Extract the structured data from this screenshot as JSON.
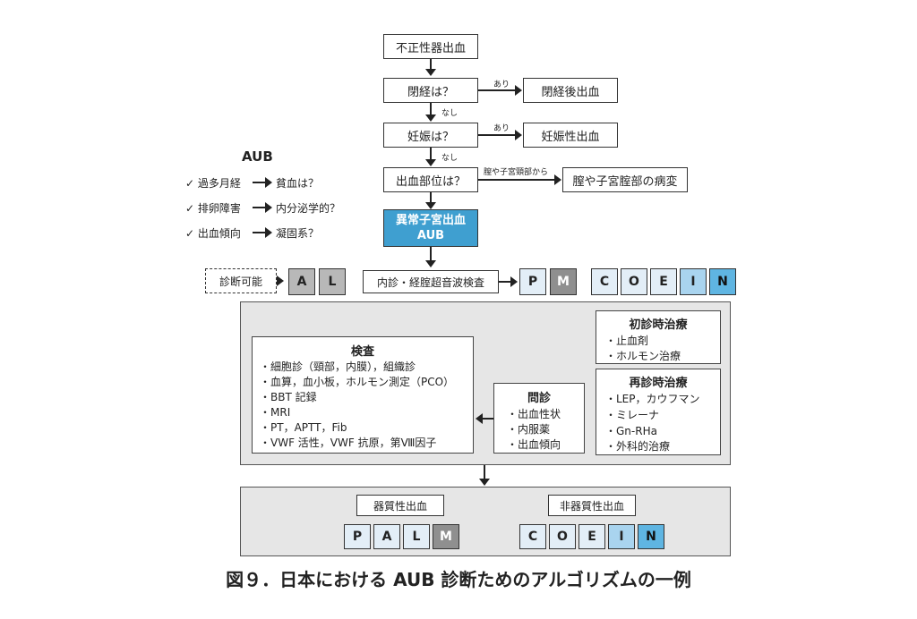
{
  "flow": {
    "start": "不正性器出血",
    "q_menopause": "閉経は？",
    "ans_menopause_yes": "閉経後出血",
    "q_pregnancy": "妊娠は？",
    "ans_pregnancy_yes": "妊娠性出血",
    "q_site": "出血部位は？",
    "ans_site": "膣や子宮腟部の病変",
    "aub_line1": "異常子宮出血",
    "aub_line2": "AUB",
    "exam": "内診・経腟超音波検査",
    "diagnosable": "診断可能",
    "edge_yes": "あり",
    "edge_no": "なし",
    "edge_site": "膣や子宮頸部から"
  },
  "aub_side": {
    "title": "AUB",
    "items": [
      {
        "left": "✓ 過多月経",
        "right": "貧血は？"
      },
      {
        "left": "✓ 排卵障害",
        "right": "内分泌学的？"
      },
      {
        "left": "✓ 出血傾向",
        "right": "凝固系？"
      }
    ]
  },
  "cells": {
    "al": [
      "A",
      "L"
    ],
    "pm": [
      "P",
      "M"
    ],
    "coein": [
      "C",
      "O",
      "E",
      "I",
      "N"
    ]
  },
  "tests": {
    "title": "検査",
    "items": [
      "・細胞診（頸部，内膜），組織診",
      "・血算，血小板，ホルモン測定（PCO）",
      "・BBT 記録",
      "・MRI",
      "・PT，APTT，Fib",
      "・VWF 活性，VWF 抗原，第Ⅷ因子"
    ]
  },
  "inquiry": {
    "title": "問診",
    "items": [
      "・出血性状",
      "・内服薬",
      "・出血傾向"
    ]
  },
  "initial_treatment": {
    "title": "初診時治療",
    "items": [
      "・止血剤",
      "・ホルモン治療"
    ]
  },
  "revisit_treatment": {
    "title": "再診時治療",
    "items": [
      "・LEP，カウフマン",
      "・ミレーナ",
      "・Gn-RHa",
      "・外科的治療"
    ]
  },
  "bottom": {
    "organic_label": "器質性出血",
    "organic_cells": [
      "P",
      "A",
      "L",
      "M"
    ],
    "nonorganic_label": "非器質性出血",
    "nonorganic_cells": [
      "C",
      "O",
      "E",
      "I",
      "N"
    ]
  },
  "caption": "図９．日本における AUB 診断ためのアルゴリズムの一例",
  "colors": {
    "aub_box": "#3f9fd0",
    "panel": "#e6e6e6",
    "grey_cell": "#b8b8b8",
    "blue_cell": "#5fb5e2"
  }
}
